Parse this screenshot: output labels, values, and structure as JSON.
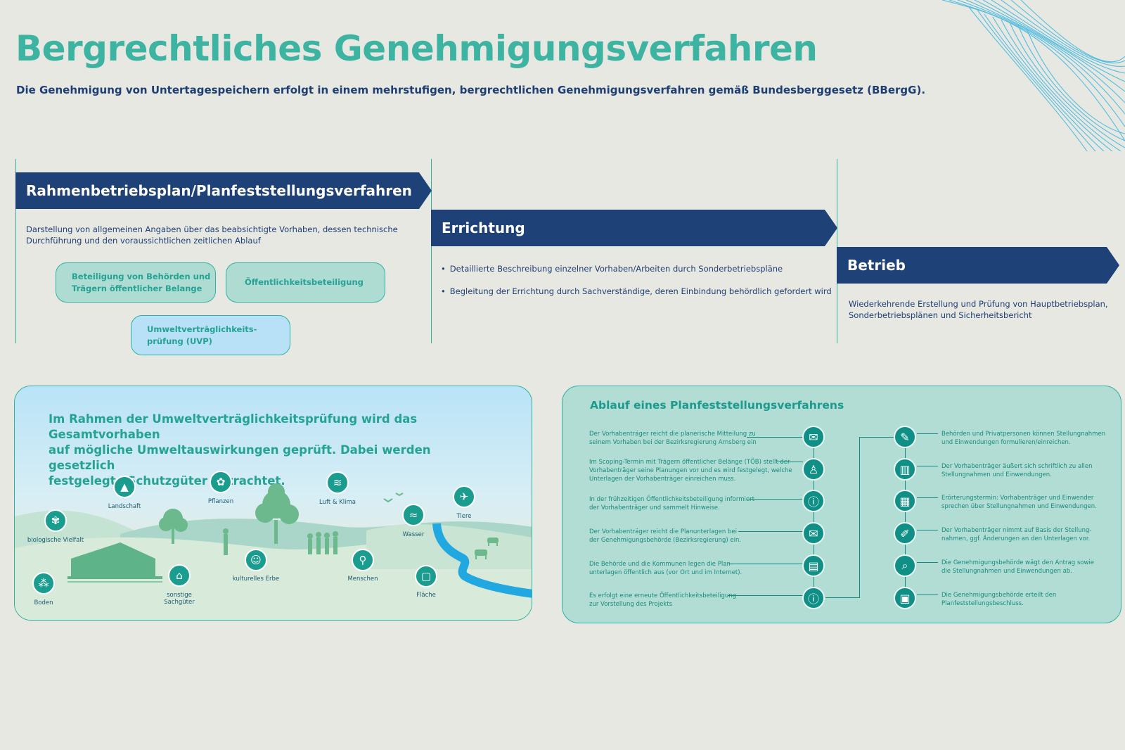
{
  "header": {
    "title": "Bergrechtliches Genehmigungsverfahren",
    "subtitle": "Die Genehmigung von Untertagespeichern erfolgt in einem mehrstufigen, bergrechtlichen Genehmigungsverfahren gemäß Bundesberggesetz (BBergG)."
  },
  "phases": [
    {
      "title": "Rahmenbetriebsplan/Planfeststellungsverfahren",
      "description_line1": "Darstellung von allgemeinen Angaben über das beabsichtigte Vorhaben, dessen technische",
      "description_line2": "Durchführung und den voraussichtlichen zeitlichen Ablauf",
      "pills": [
        {
          "line1": "Beteiligung von Behörden und",
          "line2": "Trägern öffentlicher Belange"
        },
        {
          "line1": "Öffentlichkeitsbeteiligung",
          "line2": ""
        },
        {
          "line1": "Umweltverträglichkeits-",
          "line2": "prüfung (UVP)"
        }
      ]
    },
    {
      "title": "Errichtung",
      "bullets": [
        "Detaillierte Beschreibung einzelner Vorhaben/Arbeiten durch Sonderbetriebspläne",
        "Begleitung der Errichtung durch Sachverständige, deren Einbindung behördlich gefordert wird"
      ]
    },
    {
      "title": "Betrieb",
      "description_line1": "Wiederkehrende Erstellung und Prüfung von Hauptbetriebsplan,",
      "description_line2": "Sonderbetriebsplänen und Sicherheitsbericht"
    }
  ],
  "uvp": {
    "intro_line1": "Im Rahmen der Umweltverträglichkeitsprüfung wird das Gesamtvorhaben",
    "intro_line2": "auf mögliche Umweltauswirkungen geprüft. Dabei werden gesetzlich",
    "intro_line3": "festgelegte Schutzgüter betrachtet.",
    "items": [
      {
        "label": "Landschaft",
        "icon": "mountain-icon"
      },
      {
        "label": "Pflanzen",
        "icon": "sprout-icon"
      },
      {
        "label": "Luft & Klima",
        "icon": "wind-icon"
      },
      {
        "label": "Tiere",
        "icon": "bird-icon"
      },
      {
        "label": "biologische Vielfalt",
        "icon": "biodiversity-icon"
      },
      {
        "label": "Wasser",
        "icon": "waves-icon"
      },
      {
        "label": "kulturelles Erbe",
        "icon": "theater-masks-icon"
      },
      {
        "label": "Menschen",
        "icon": "walking-person-icon"
      },
      {
        "label": "sonstige",
        "label2": "Sachgüter",
        "icon": "house-icon"
      },
      {
        "label": "Fläche",
        "icon": "square-icon"
      },
      {
        "label": "Boden",
        "icon": "soil-icon"
      }
    ]
  },
  "process": {
    "title": "Ablauf eines Planfeststellungsverfahrens",
    "left_steps": [
      {
        "line1": "Der Vorhabenträger reicht die planerische Mitteilung zu",
        "line2": "seinem Vorhaben bei der Bezirksregierung Arnsberg ein",
        "line3": "",
        "icon": "inbox-icon"
      },
      {
        "line1": "Im Scoping-Termin mit Trägern öffentlicher Belänge (TÖB) stellt der",
        "line2": "Vorhabenträger seine Planungen vor und es wird festgelegt, welche",
        "line3": "Unterlagen der Vorhabenträger einreichen muss.",
        "icon": "speaker-podium-icon"
      },
      {
        "line1": "In der frühzeitigen Öffentlichkeitsbeteiligung informiert",
        "line2": "der Vorhabenträger und sammelt Hinweise.",
        "line3": "",
        "icon": "document-info-icon"
      },
      {
        "line1": "Der Vorhabenträger reicht die Planunterlagen bei",
        "line2": "der Genehmigungsbehörde (Bezirksregierung) ein.",
        "line3": "",
        "icon": "inbox-icon"
      },
      {
        "line1": "Die Behörde und die Kommunen legen die Plan-",
        "line2": "unterlagen öffentlich aus (vor Ort und im Internet).",
        "line3": "",
        "icon": "browser-icon"
      },
      {
        "line1": "Es erfolgt eine erneute Öffentlichkeitsbeteiligung",
        "line2": "zur Vorstellung des Projekts",
        "line3": "",
        "icon": "document-info-icon"
      }
    ],
    "right_steps": [
      {
        "line1": "Behörden und Privatpersonen können Stellungnahmen",
        "line2": "und Einwendungen formulieren/einreichen.",
        "icon": "clipboard-pen-icon"
      },
      {
        "line1": "Der Vorhabenträger äußert sich schriftlich zu allen",
        "line2": "Stellungnahmen und Einwendungen.",
        "icon": "book-icon"
      },
      {
        "line1": "Erörterungstermin: Vorhabenträger und Einwender",
        "line2": "sprechen über Stellungnahmen und Einwendungen.",
        "icon": "presentation-icon"
      },
      {
        "line1": "Der Vorhabenträger nimmt auf Basis der Stellung-",
        "line2": "nahmen, ggf. Änderungen an den Unterlagen vor.",
        "icon": "map-pen-icon"
      },
      {
        "line1": "Die Genehmigungsbehörde wägt den Antrag sowie",
        "line2": "die Stellungnahmen und Einwendungen ab.",
        "icon": "document-search-icon"
      },
      {
        "line1": "Die Genehmigungsbehörde erteilt den",
        "line2": "Planfeststellungsbeschluss.",
        "icon": "document-stamp-icon"
      }
    ]
  },
  "colors": {
    "accent_teal": "#3db3a2",
    "navy": "#1e4277",
    "background": "#e8e8e3"
  }
}
